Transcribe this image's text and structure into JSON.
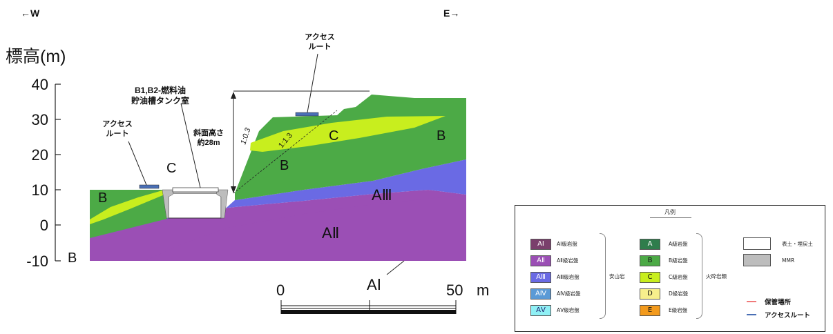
{
  "direction": {
    "west": "←W",
    "east": "E→"
  },
  "axis": {
    "label": "標高(m)",
    "ticks": [
      "40",
      "30",
      "20",
      "10",
      "0",
      "-10"
    ]
  },
  "section": {
    "tank_label_line1": "B1,B2-燃料油",
    "tank_label_line2": "貯油槽タンク室",
    "slope_height_line1": "斜面高さ",
    "slope_height_line2": "約28m",
    "gradient_steep": "1:0.3",
    "gradient_gentle": "1:1.3",
    "access_left_line1": "アクセス",
    "access_left_line2": "ルート",
    "access_top_line1": "アクセス",
    "access_top_line2": "ルート"
  },
  "zones": {
    "B_left": "B",
    "C_left": "C",
    "B_outside": "B",
    "C_right": "C",
    "B_right": "B",
    "B_mid": "B",
    "A3": "AⅢ",
    "A2": "AⅡ",
    "A1": "AⅠ"
  },
  "scale": {
    "zero": "0",
    "fifty": "50",
    "unit": "m"
  },
  "legend": {
    "title": "凡例",
    "andesite_items": [
      {
        "code": "AⅠ",
        "label": "AⅠ級岩盤",
        "color": "#7a3f6c",
        "text_color": "#ffffff"
      },
      {
        "code": "AⅡ",
        "label": "AⅡ級岩盤",
        "color": "#9b4fb5",
        "text_color": "#ffffff"
      },
      {
        "code": "AⅢ",
        "label": "AⅢ級岩盤",
        "color": "#6a6ae4",
        "text_color": "#ffffff"
      },
      {
        "code": "AⅣ",
        "label": "AⅣ級岩盤",
        "color": "#5a9ad6",
        "text_color": "#ffffff"
      },
      {
        "code": "AⅤ",
        "label": "AⅤ級岩盤",
        "color": "#8ff0f5",
        "text_color": "#1a1a6a"
      }
    ],
    "andesite_group": "安山岩",
    "pyroclastic_items": [
      {
        "code": "A",
        "label": "A級岩盤",
        "color": "#2f7d4c",
        "text_color": "#ffffff"
      },
      {
        "code": "B",
        "label": "B級岩盤",
        "color": "#4caa46",
        "text_color": "#111111"
      },
      {
        "code": "C",
        "label": "C級岩盤",
        "color": "#c8ee1e",
        "text_color": "#111111"
      },
      {
        "code": "D",
        "label": "D級岩盤",
        "color": "#f7ef8c",
        "text_color": "#111111"
      },
      {
        "code": "E",
        "label": "E級岩盤",
        "color": "#f39a1c",
        "text_color": "#111111"
      }
    ],
    "pyroclastic_group": "火砕岩類",
    "other_items": [
      {
        "label": "表土・埋戻土",
        "color": "#ffffff"
      },
      {
        "label": "MMR",
        "color": "#bdbdbd"
      }
    ],
    "lines": [
      {
        "label": "保管場所",
        "color": "#f07a7a"
      },
      {
        "label": "アクセスルート",
        "color": "#4a6fb5"
      }
    ]
  }
}
